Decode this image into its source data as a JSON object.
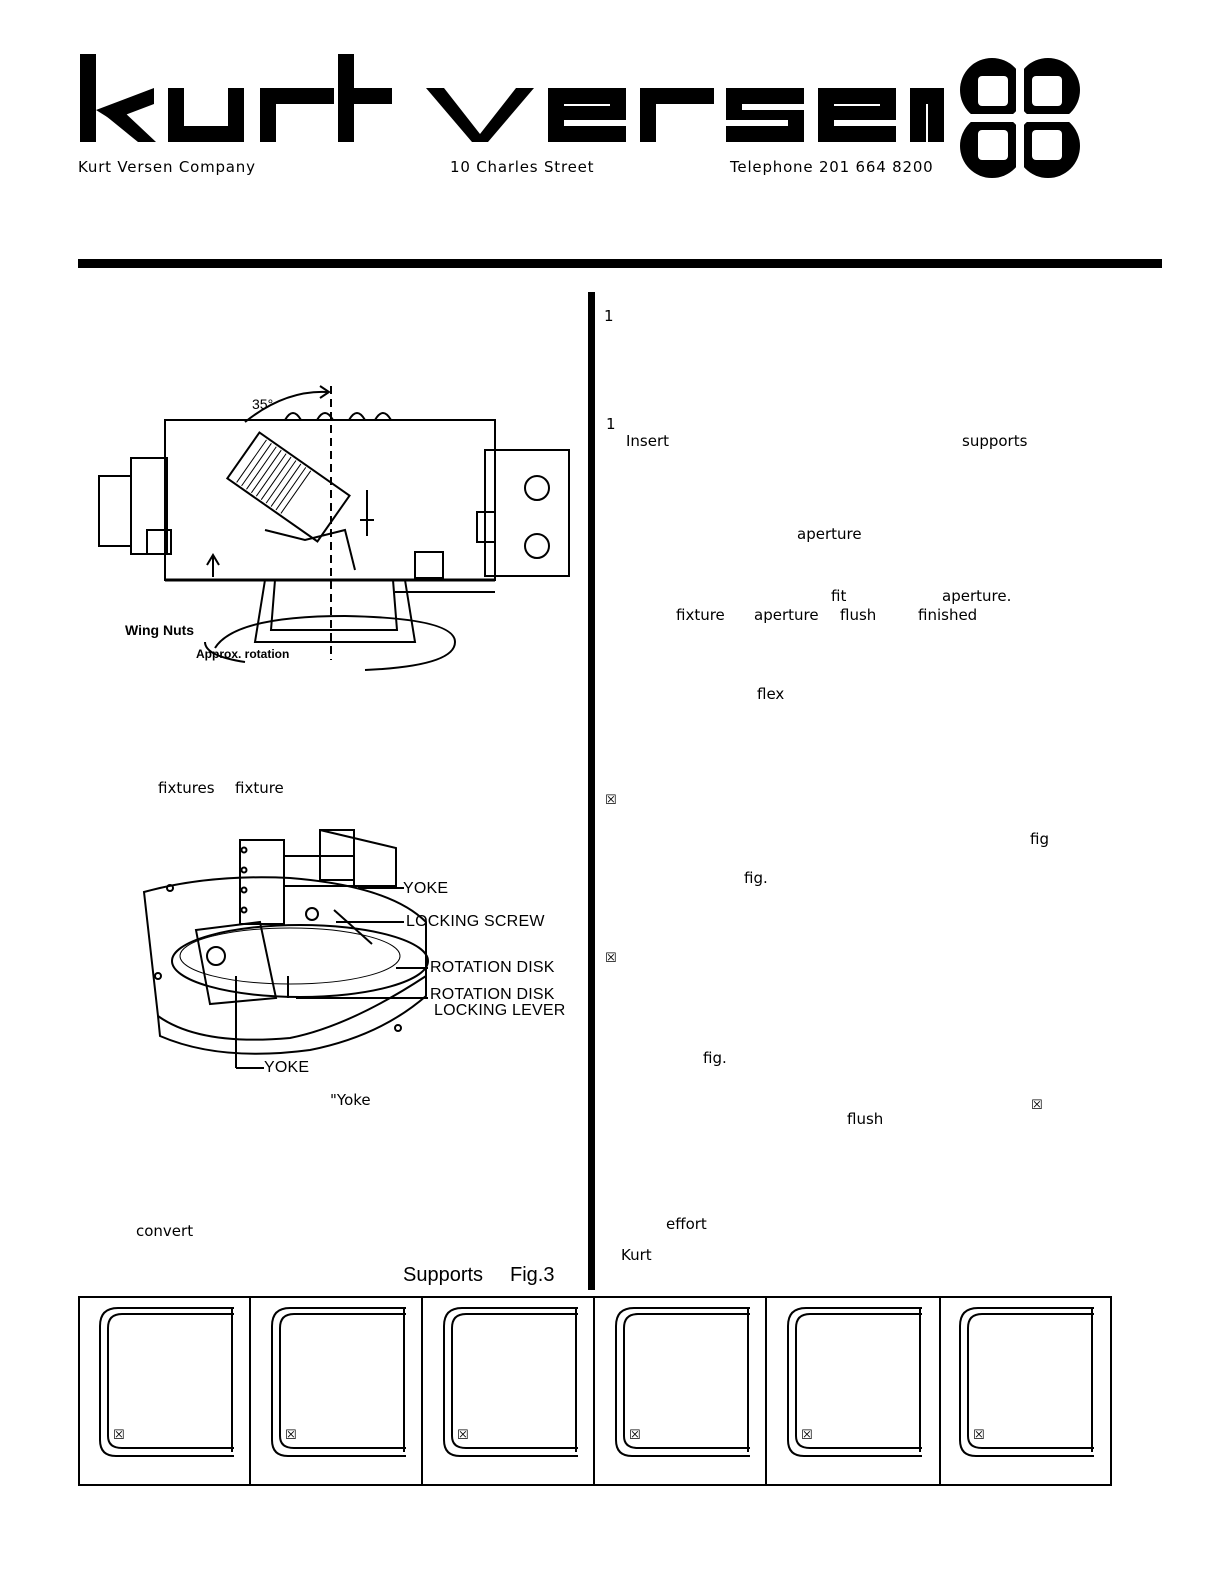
{
  "header": {
    "brand": "kurt versen",
    "company": "Kurt Versen Company",
    "address": "10 Charles Street",
    "telephone": "Telephone 201 664 8200"
  },
  "figure1": {
    "angle_label": "35°",
    "wing_nuts_label": "Wing Nuts",
    "rotation_label": "Approx. rotation"
  },
  "figure2": {
    "labels": [
      "YOKE",
      "LOCKING SCREW",
      "ROTATION DISK",
      "ROTATION DISK",
      "LOCKING LEVER",
      "YOKE"
    ]
  },
  "left_text": {
    "fixtures": "fixtures",
    "fixture": "fixture",
    "yoke_quote": "\"Yoke",
    "convert": "convert",
    "caption_supports": "Supports",
    "caption_fig": "Fig.3"
  },
  "right_text": {
    "num1": "1",
    "num2": "1",
    "insert": "Insert",
    "supports": "supports",
    "aperture1": "aperture",
    "fit": "fit",
    "aperture2": "aperture.",
    "fixture": "fixture",
    "aperture3": "aperture",
    "flush1": "flush",
    "finished": "finished",
    "flex": "flex",
    "check1": "☒",
    "fig_a": "fig",
    "fig_b": "fig.",
    "check2": "☒",
    "fig_c": "fig.",
    "check3": "☒",
    "flush2": "flush",
    "effort": "effort",
    "kurt": "Kurt"
  },
  "bottom_boxes": [
    {
      "icon": "☒"
    },
    {
      "icon": "☒"
    },
    {
      "icon": "☒"
    },
    {
      "icon": "☒"
    },
    {
      "icon": "☒"
    },
    {
      "icon": "☒"
    }
  ]
}
